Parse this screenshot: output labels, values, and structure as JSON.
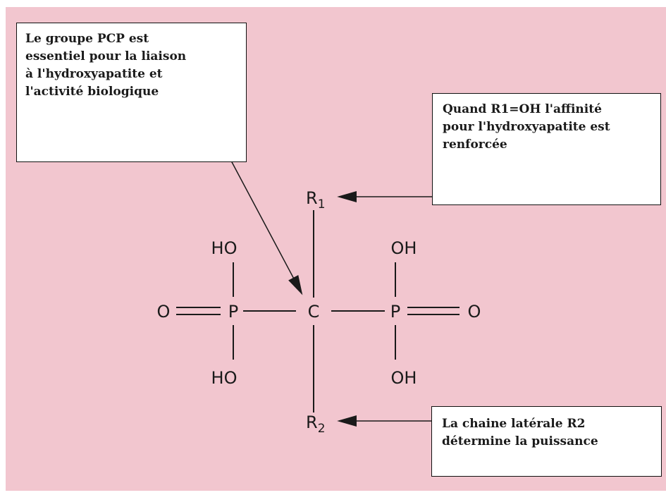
{
  "annotations": {
    "pcp_group": "Le groupe PCP est\nessentiel pour la liaison\nà l'hydroxyapatite et\nl'activité biologique",
    "r1_note": "Quand R1=OH l'affinité\npour l'hydroxyapatite est\nrenforcée",
    "r2_note": "La chaine latérale R2\ndétermine la puissance"
  },
  "molecule": {
    "carbon": "C",
    "phosphorus_left": "P",
    "phosphorus_right": "P",
    "oxygen_left": "O",
    "oxygen_right": "O",
    "ho_top_left": "HO",
    "ho_bottom_left": "HO",
    "oh_top_right": "OH",
    "oh_bottom_right": "OH",
    "r1_letter": "R",
    "r1_index": "1",
    "r2_letter": "R",
    "r2_index": "2"
  },
  "colors": {
    "background": "#f2c6cf",
    "box_fill": "#ffffff",
    "ink": "#1a1a1a"
  }
}
